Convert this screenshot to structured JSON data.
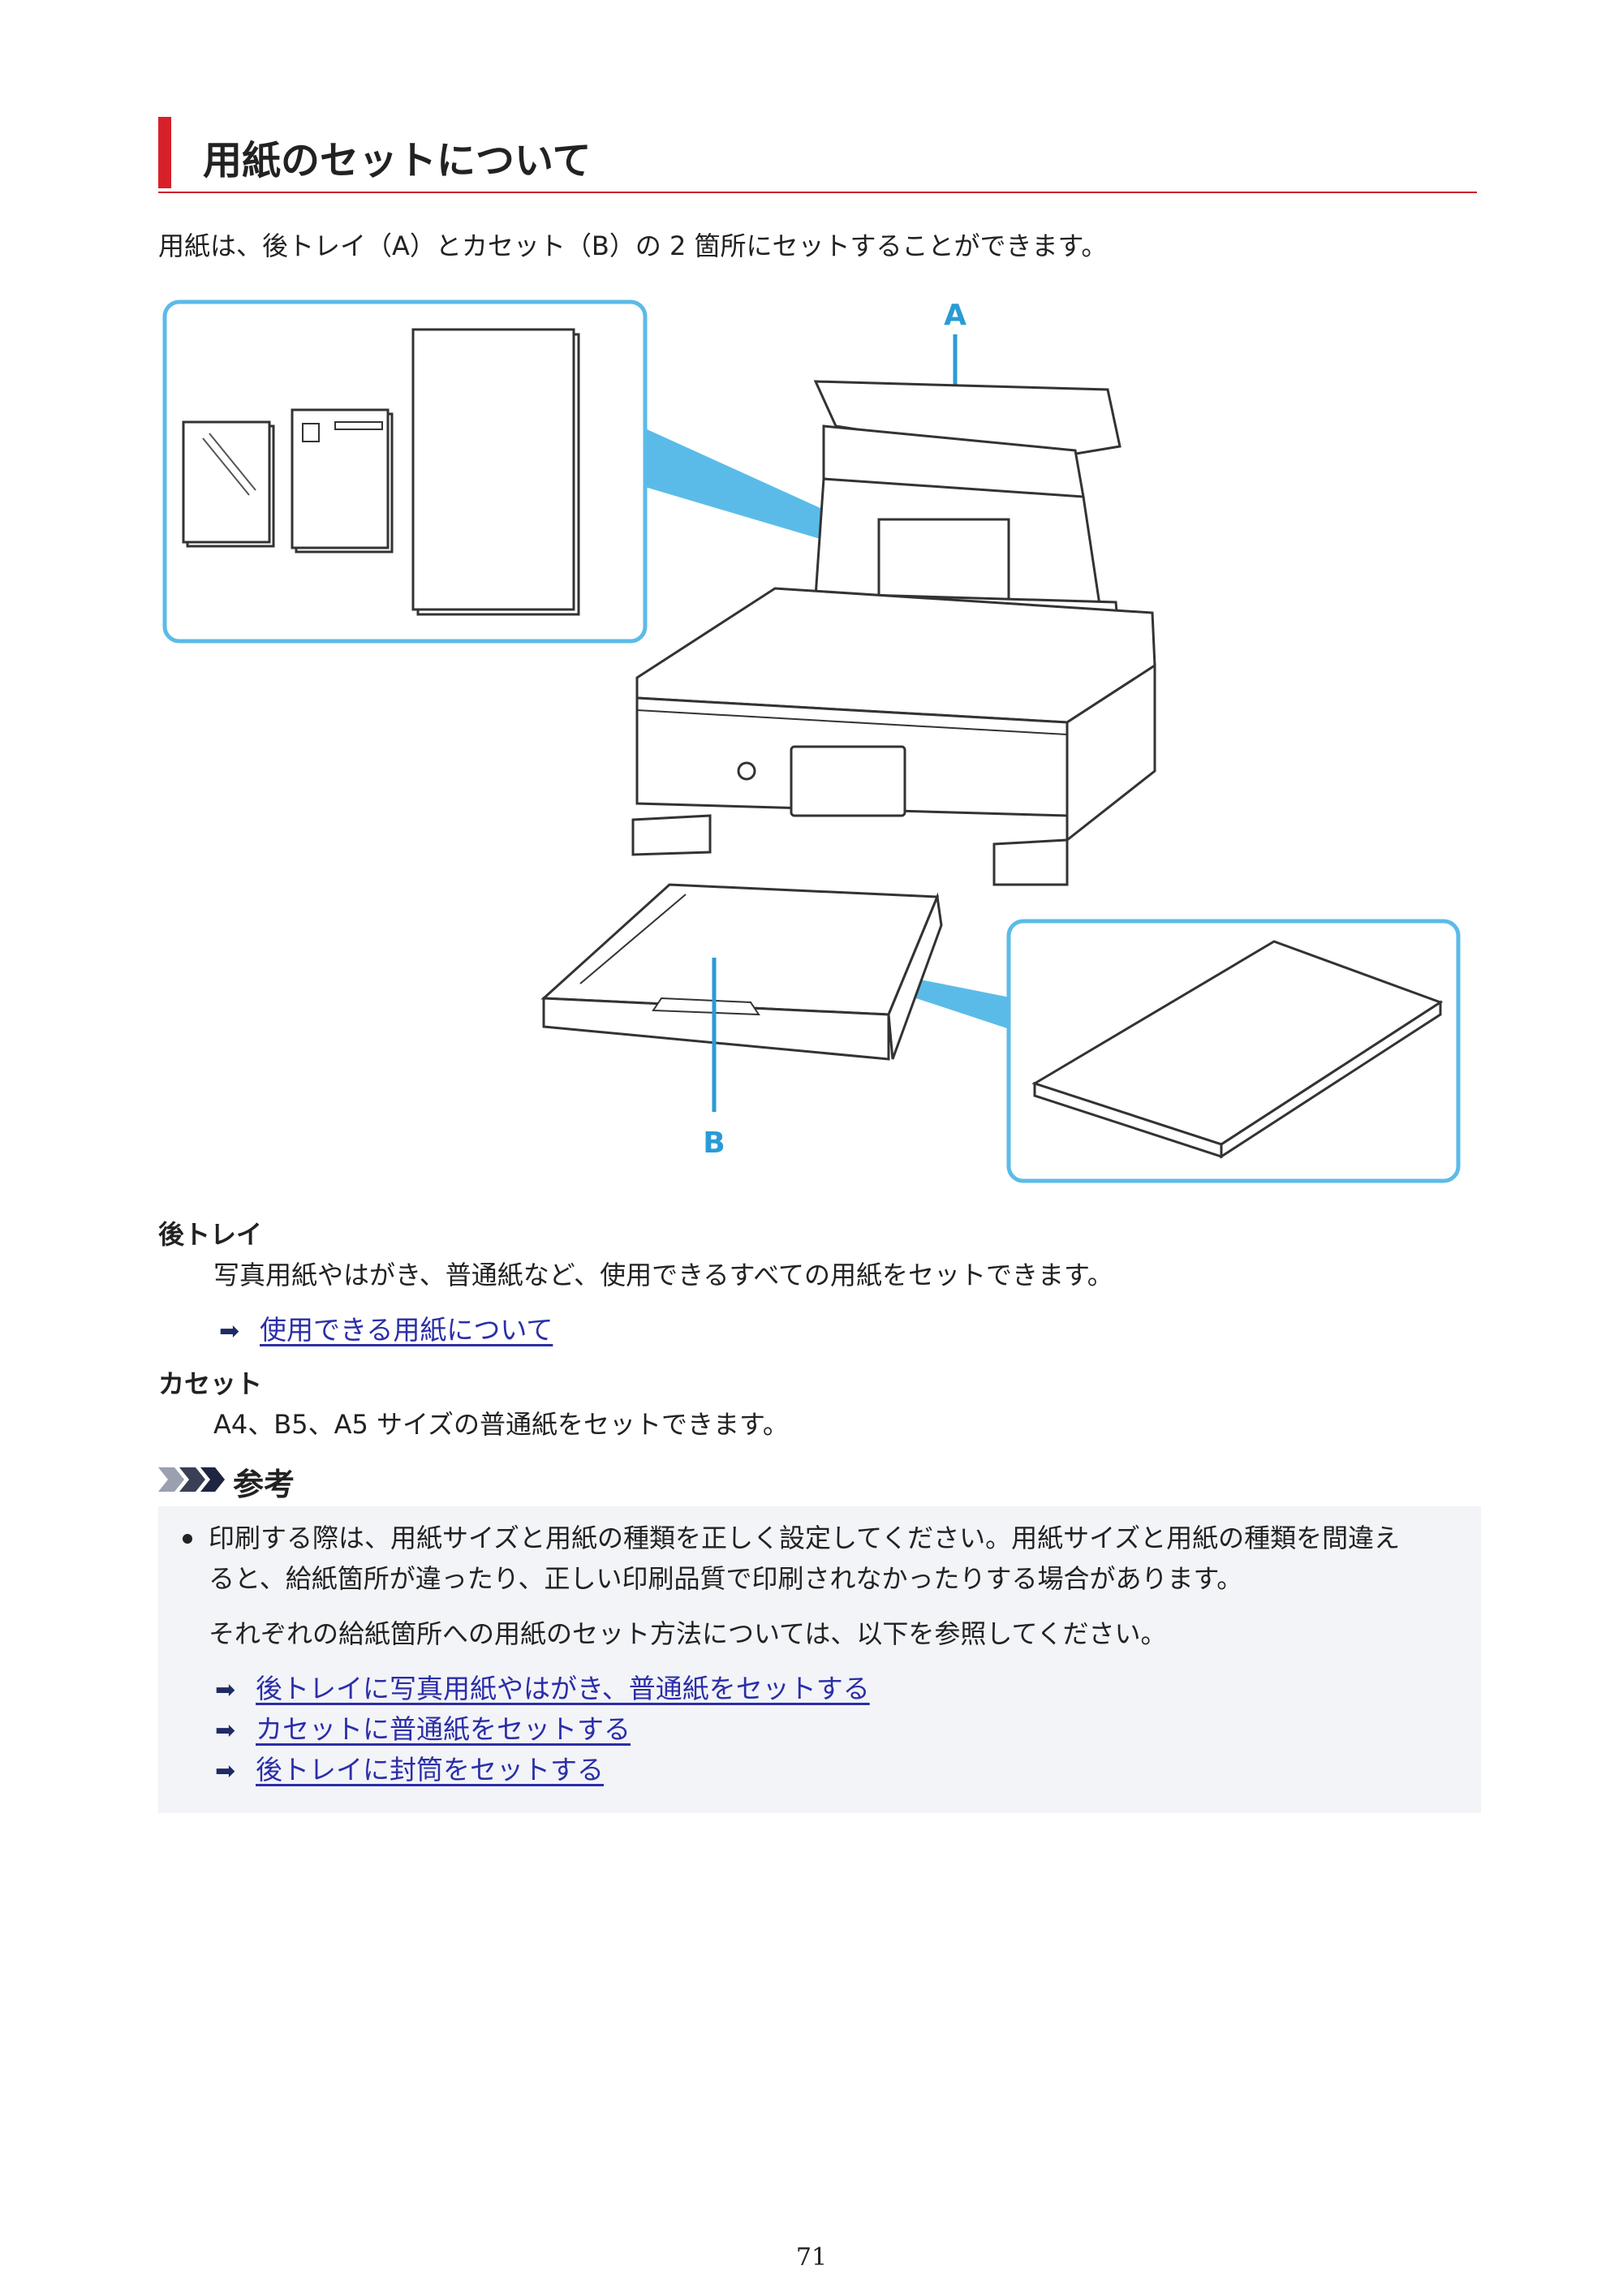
{
  "title": "用紙のセットについて",
  "intro": "用紙は、後トレイ（A）とカセット（B）の 2 箇所にセットすることができます。",
  "figure": {
    "label_a": "A",
    "label_b": "B",
    "accent_color": "#5bbbe8"
  },
  "rear_tray": {
    "heading": "後トレイ",
    "description": "写真用紙やはがき、普通紙など、使用できるすべての用紙をセットできます。",
    "link": "使用できる用紙について"
  },
  "cassette": {
    "heading": "カセット",
    "description": "A4、B5、A5 サイズの普通紙をセットできます。"
  },
  "note": {
    "heading": "参考",
    "line1": "印刷する際は、用紙サイズと用紙の種類を正しく設定してください。用紙サイズと用紙の種類を間違え",
    "line2": "ると、給紙箇所が違ったり、正しい印刷品質で印刷されなかったりする場合があります。",
    "line3": "それぞれの給紙箇所への用紙のセット方法については、以下を参照してください。",
    "links": [
      "後トレイに写真用紙やはがき、普通紙をセットする",
      "カセットに普通紙をセットする",
      "後トレイに封筒をセットする"
    ]
  },
  "page_number": "71",
  "colors": {
    "title_accent": "#d8202a",
    "link": "#2b2ea8",
    "note_background": "#f3f4f8"
  }
}
